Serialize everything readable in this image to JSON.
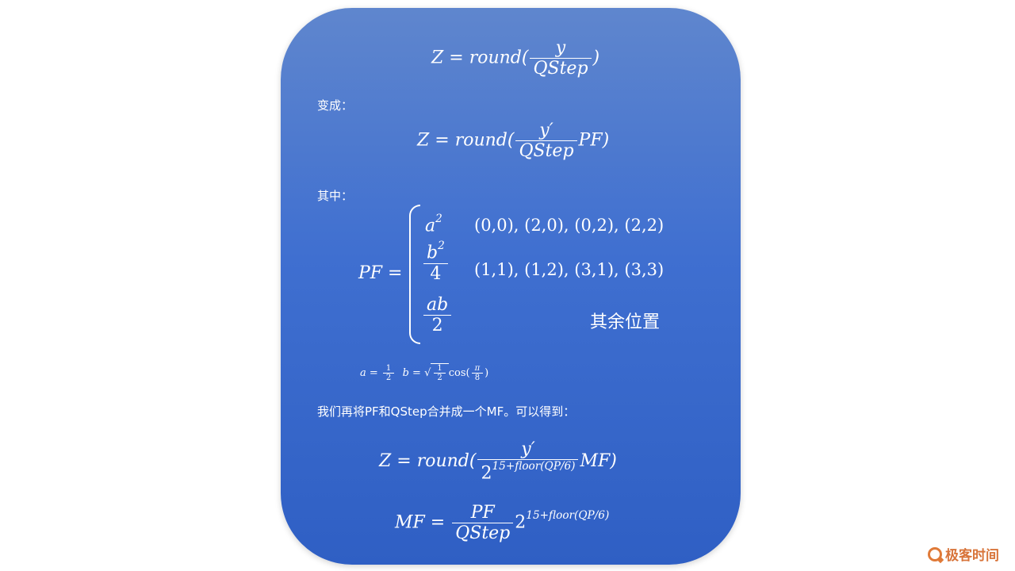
{
  "slide": {
    "label_change": "变成：",
    "label_where": "其中：",
    "label_merge": "我们再将PF和QStep合并成一个MF。可以得到：",
    "eq1": {
      "lhs": "Z = round(",
      "num": "y",
      "den": "QStep",
      "close": ")"
    },
    "eq2": {
      "lhs": "Z = round(",
      "num": "y′",
      "den": "QStep",
      "tail": "PF)"
    },
    "pf": {
      "lhs": "PF =",
      "case1": {
        "expr_base": "a",
        "expr_sup": "2",
        "cond": "(0,0), (2,0), (0,2), (2,2)"
      },
      "case2": {
        "num_base": "b",
        "num_sup": "2",
        "den": "4",
        "cond": "(1,1), (1,2), (3,1), (3,3)"
      },
      "case3": {
        "num": "ab",
        "den": "2",
        "cond": "其余位置"
      }
    },
    "ab_def": {
      "a_lhs": "a =",
      "a_num": "1",
      "a_den": "2",
      "b_lhs": "b =",
      "b_num": "1",
      "b_den": "2",
      "cos": "cos(",
      "pi_num": "π",
      "pi_den": "8",
      "close": ")"
    },
    "eq3": {
      "lhs": "Z = round(",
      "num": "y′",
      "den_base": "2",
      "den_sup": "15+floor(QP/6)",
      "tail": "MF)"
    },
    "eq4": {
      "lhs": "MF =",
      "num": "PF",
      "den": "QStep",
      "tail_base": "2",
      "tail_sup": "15+floor(QP/6)"
    }
  },
  "brand": {
    "logo_text": "极客时间",
    "icon": "geektime-logo-icon",
    "color": "#e07a38"
  },
  "colors": {
    "card_top": "#5f86ce",
    "card_bottom": "#2f5fc4",
    "text": "#ffffff"
  }
}
